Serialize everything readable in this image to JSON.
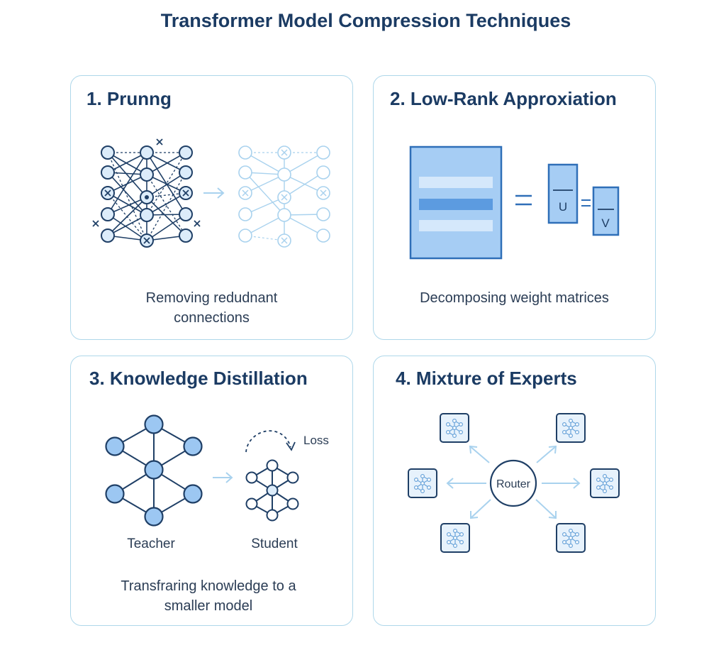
{
  "title": "Transformer Model Compression Techniques",
  "colors": {
    "heading": "#1b3b63",
    "border": "#aed7ea",
    "node_dark": "#1f3f66",
    "node_fill_light": "#dcecfa",
    "node_fill_blue": "#9cc7f2",
    "arrow_light": "#a9d2ee",
    "matrix_fill": "#a6cdf4"
  },
  "panels": {
    "pruning": {
      "title": "1. Prunng",
      "caption_line1": "Removing redudnant",
      "caption_line2": "connections",
      "pruned_marker": "×"
    },
    "low_rank": {
      "title": "2. Low-Rank Approxiation",
      "caption": "Decomposing weight matrices",
      "equals_symbol": "=",
      "u_label": "U",
      "v_label": "V"
    },
    "distillation": {
      "title": "3. Knowledge Distillation",
      "teacher_label": "Teacher",
      "student_label": "Student",
      "loss_label": "Loss",
      "caption_line1": "Transfraring knowledge to a",
      "caption_line2": "smaller model"
    },
    "moe": {
      "title": "4. Mixture of Experts",
      "router_label": "Router",
      "expert_icon": "network-icon"
    }
  }
}
